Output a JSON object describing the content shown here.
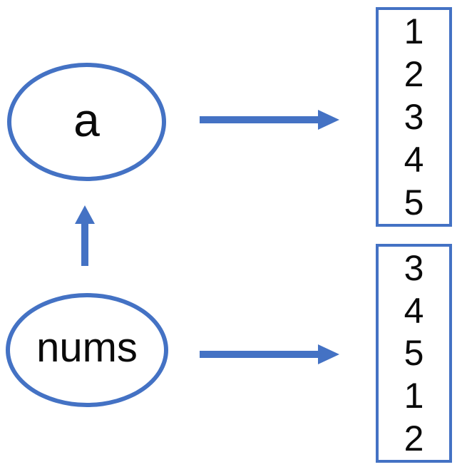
{
  "colors": {
    "accent": "#4472C4",
    "text": "#0a0a0a",
    "background": "#ffffff"
  },
  "nodes": {
    "a": {
      "label": "a"
    },
    "nums": {
      "label": "nums"
    }
  },
  "lists": {
    "a": {
      "values": [
        "1",
        "2",
        "3",
        "4",
        "5"
      ]
    },
    "nums": {
      "values": [
        "3",
        "4",
        "5",
        "1",
        "2"
      ]
    }
  },
  "arrows": [
    {
      "id": "a-to-list",
      "from": "a",
      "to": "a-list",
      "direction": "right"
    },
    {
      "id": "nums-to-a",
      "from": "nums",
      "to": "a",
      "direction": "up"
    },
    {
      "id": "nums-to-list",
      "from": "nums",
      "to": "nums-list",
      "direction": "right"
    }
  ]
}
